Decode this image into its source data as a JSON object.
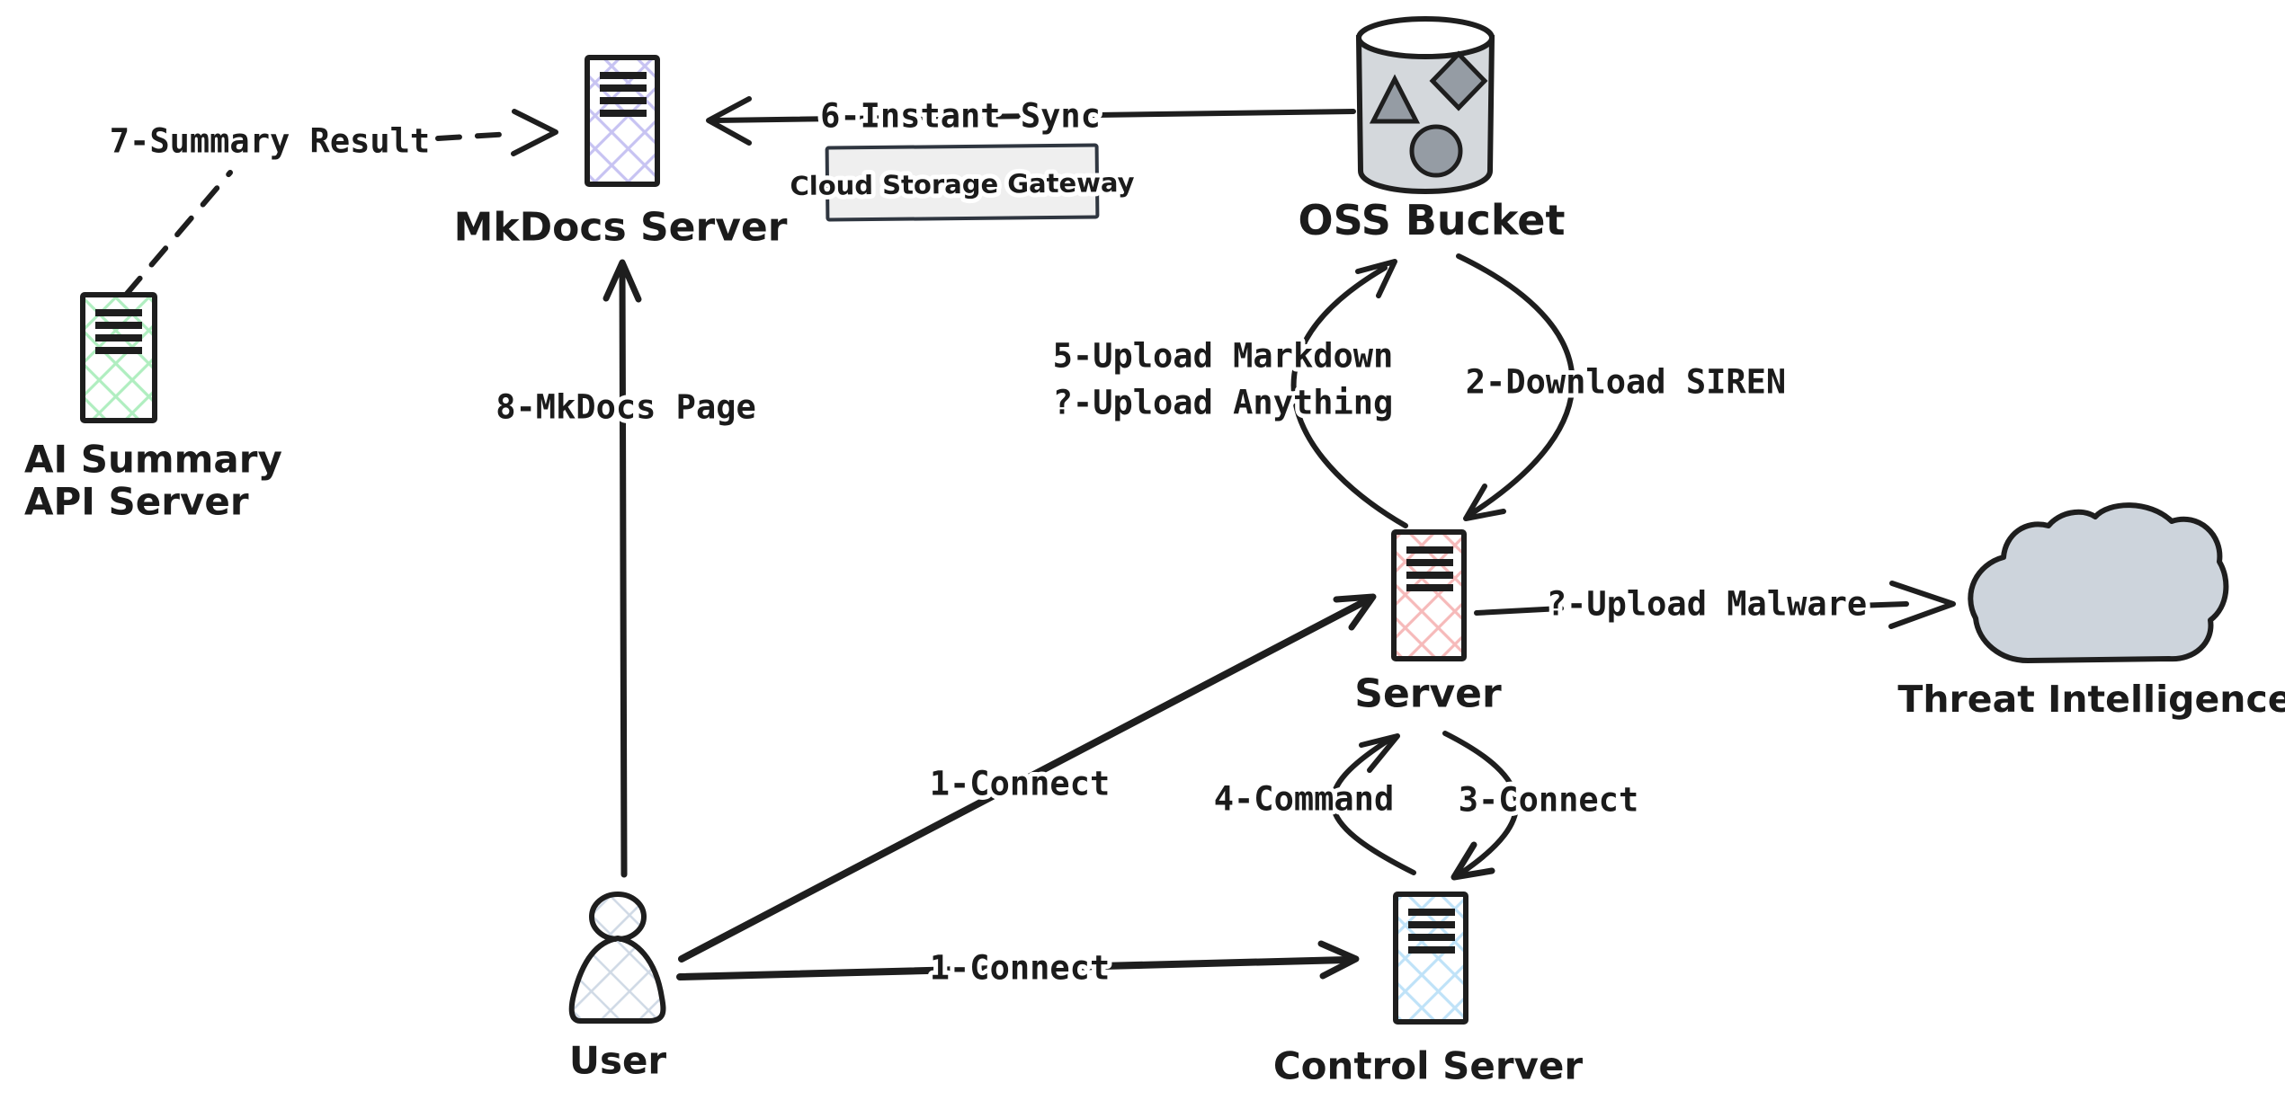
{
  "colors": {
    "ink": "#1e1e1e",
    "mkdocs_hatch": "#c7c3f2",
    "ai_hatch": "#b0eec0",
    "server_hatch": "#f6baba",
    "control_hatch": "#bfe2f8",
    "user_hatch": "#cfd9e5",
    "bucket_fill": "#d4d8dc",
    "bucket_shape": "#959ca4",
    "cloud_fill": "#cdd4dc",
    "gateway_fill": "#efefef"
  },
  "nodes": {
    "mkdocs_server": {
      "label": "MkDocs Server"
    },
    "ai_api_server": {
      "line1": "AI Summary",
      "line2": "API Server"
    },
    "oss_bucket": {
      "label": "OSS Bucket"
    },
    "cloud_storage_gateway": {
      "label": "Cloud Storage Gateway"
    },
    "server": {
      "label": "Server"
    },
    "threat_intelligence": {
      "label": "Threat Intelligence"
    },
    "user": {
      "label": "User"
    },
    "control_server": {
      "label": "Control Server"
    }
  },
  "edges": {
    "summary_result": {
      "label": "7-Summary Result",
      "style": "dashed"
    },
    "instant_sync": {
      "label": "6-Instant Sync"
    },
    "upload_markdown": {
      "line1": "5-Upload Markdown",
      "line2": "?-Upload Anything"
    },
    "download_siren": {
      "label": "2-Download SIREN"
    },
    "mkdocs_page": {
      "label": "8-MkDocs Page"
    },
    "connect_user_server": {
      "label": "1-Connect"
    },
    "connect_user_control": {
      "label": "1-Connect"
    },
    "upload_malware": {
      "label": "?-Upload Malware"
    },
    "command": {
      "label": "4-Command"
    },
    "connect_server_control": {
      "label": "3-Connect"
    }
  }
}
